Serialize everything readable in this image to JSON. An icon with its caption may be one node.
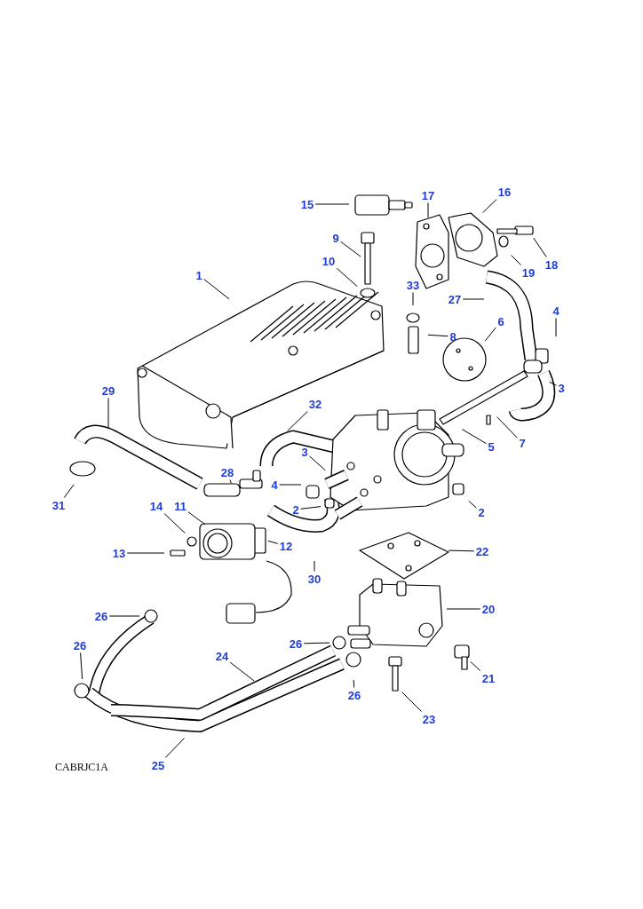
{
  "diagram": {
    "nodes": [
      {
        "text": [
          "16"
        ]
      },
      {
        "text": [
          "17"
        ]
      },
      {
        "text": [
          "15"
        ]
      },
      {
        "text": [
          "9"
        ]
      },
      {
        "text": [
          "10"
        ]
      },
      {
        "text": [
          "18"
        ]
      },
      {
        "text": [
          "19"
        ]
      },
      {
        "text": [
          "1"
        ]
      },
      {
        "text": [
          "33"
        ]
      },
      {
        "text": [
          "27"
        ]
      },
      {
        "text": [
          "4"
        ]
      },
      {
        "text": [
          "6"
        ]
      },
      {
        "text": [
          "8"
        ]
      },
      {
        "text": [
          "3"
        ]
      },
      {
        "text": [
          "29"
        ]
      },
      {
        "text": [
          "32"
        ]
      },
      {
        "text": [
          "7"
        ]
      },
      {
        "text": [
          "5"
        ]
      },
      {
        "text": [
          "3"
        ]
      },
      {
        "text": [
          "28"
        ]
      },
      {
        "text": [
          "4"
        ]
      },
      {
        "text": [
          "31"
        ]
      },
      {
        "text": [
          "14"
        ]
      },
      {
        "text": [
          "11"
        ]
      },
      {
        "text": [
          "2"
        ]
      },
      {
        "text": [
          "2"
        ]
      },
      {
        "text": [
          "12"
        ]
      },
      {
        "text": [
          "22"
        ]
      },
      {
        "text": [
          "13"
        ]
      },
      {
        "text": [
          "30"
        ]
      },
      {
        "text": [
          "20"
        ]
      },
      {
        "text": [
          "26"
        ]
      },
      {
        "text": [
          "26"
        ]
      },
      {
        "text": [
          "26"
        ]
      },
      {
        "text": [
          "24"
        ]
      },
      {
        "text": [
          "21"
        ]
      },
      {
        "text": [
          "26"
        ]
      },
      {
        "text": [
          "23"
        ]
      },
      {
        "text": [
          "25"
        ]
      }
    ],
    "edges": [
      {
        "from": 0,
        "to": null,
        "arrow": "none"
      },
      {
        "from": 1,
        "to": null,
        "arrow": "none"
      },
      {
        "from": 2,
        "to": null,
        "arrow": "none"
      },
      {
        "from": 3,
        "to": null,
        "arrow": "none"
      },
      {
        "from": 4,
        "to": null,
        "arrow": "none"
      },
      {
        "from": 5,
        "to": null,
        "arrow": "none"
      },
      {
        "from": 6,
        "to": null,
        "arrow": "none"
      },
      {
        "from": 7,
        "to": null,
        "arrow": "none"
      },
      {
        "from": 8,
        "to": null,
        "arrow": "none"
      },
      {
        "from": 9,
        "to": null,
        "arrow": "none"
      },
      {
        "from": 10,
        "to": null,
        "arrow": "none"
      },
      {
        "from": 11,
        "to": null,
        "arrow": "none"
      },
      {
        "from": 12,
        "to": null,
        "arrow": "none"
      },
      {
        "from": 13,
        "to": null,
        "arrow": "none"
      },
      {
        "from": 14,
        "to": null,
        "arrow": "none"
      },
      {
        "from": 15,
        "to": null,
        "arrow": "none"
      },
      {
        "from": 16,
        "to": null,
        "arrow": "none"
      },
      {
        "from": 17,
        "to": null,
        "arrow": "none"
      },
      {
        "from": 18,
        "to": null,
        "arrow": "none"
      },
      {
        "from": 19,
        "to": null,
        "arrow": "none"
      },
      {
        "from": 20,
        "to": null,
        "arrow": "none"
      },
      {
        "from": 21,
        "to": null,
        "arrow": "none"
      },
      {
        "from": 22,
        "to": null,
        "arrow": "none"
      },
      {
        "from": 23,
        "to": null,
        "arrow": "none"
      },
      {
        "from": 24,
        "to": null,
        "arrow": "none"
      },
      {
        "from": 25,
        "to": null,
        "arrow": "none"
      },
      {
        "from": 26,
        "to": null,
        "arrow": "none"
      },
      {
        "from": 27,
        "to": null,
        "arrow": "none"
      },
      {
        "from": 28,
        "to": null,
        "arrow": "none"
      },
      {
        "from": 29,
        "to": null,
        "arrow": "none"
      },
      {
        "from": 30,
        "to": null,
        "arrow": "none"
      },
      {
        "from": 31,
        "to": null,
        "arrow": "none"
      },
      {
        "from": 32,
        "to": null,
        "arrow": "none"
      },
      {
        "from": 33,
        "to": null,
        "arrow": "none"
      },
      {
        "from": 34,
        "to": null,
        "arrow": "none"
      },
      {
        "from": 35,
        "to": null,
        "arrow": "none"
      },
      {
        "from": 36,
        "to": null,
        "arrow": "none"
      },
      {
        "from": 37,
        "to": null,
        "arrow": "none"
      },
      {
        "from": 38,
        "to": null,
        "arrow": "none"
      }
    ],
    "labels": [
      "CABRJC1A"
    ]
  }
}
